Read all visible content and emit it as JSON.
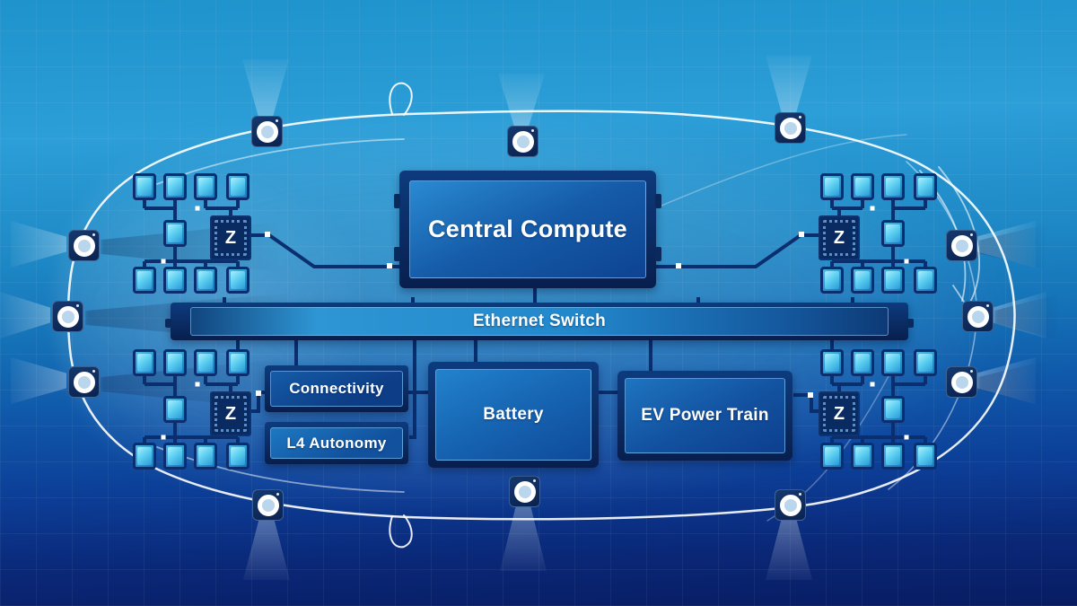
{
  "boxes": {
    "central_compute": "Central Compute",
    "ethernet_switch": "Ethernet Switch",
    "connectivity": "Connectivity",
    "l4_autonomy": "L4 Autonomy",
    "battery": "Battery",
    "ev_power_train": "EV Power Train"
  },
  "zones": [
    {
      "id": "front-left",
      "mirrored": false,
      "controller_label": "Z",
      "sensor_rows": [
        4,
        1,
        4
      ]
    },
    {
      "id": "front-right",
      "mirrored": true,
      "controller_label": "Z",
      "sensor_rows": [
        4,
        1,
        4
      ]
    },
    {
      "id": "rear-left",
      "mirrored": false,
      "controller_label": "Z",
      "sensor_rows": [
        4,
        1,
        4
      ]
    },
    {
      "id": "rear-right",
      "mirrored": true,
      "controller_label": "Z",
      "sensor_rows": [
        4,
        1,
        4
      ]
    }
  ],
  "perimeter_cameras": {
    "count": 12,
    "positions": [
      "top-left",
      "top-center",
      "top-right",
      "bottom-left",
      "bottom-center",
      "bottom-right",
      "left-front",
      "left-center",
      "left-rear",
      "right-front",
      "right-center",
      "right-rear"
    ]
  },
  "icons": {
    "camera": "camera-sensor-icon",
    "zonal_controller": "zonal-controller-chip",
    "sensor": "sensor-chip"
  },
  "colors": {
    "background_top": "#2c9ed8",
    "background_bottom": "#081c62",
    "frame_navy": "#0b2f6a",
    "panel_blue": "#1a77c8",
    "chip_cyan": "#5ed0f2",
    "wire_navy": "#0a2e6e",
    "text": "#ffffff",
    "car_outline": "#ffffff"
  }
}
